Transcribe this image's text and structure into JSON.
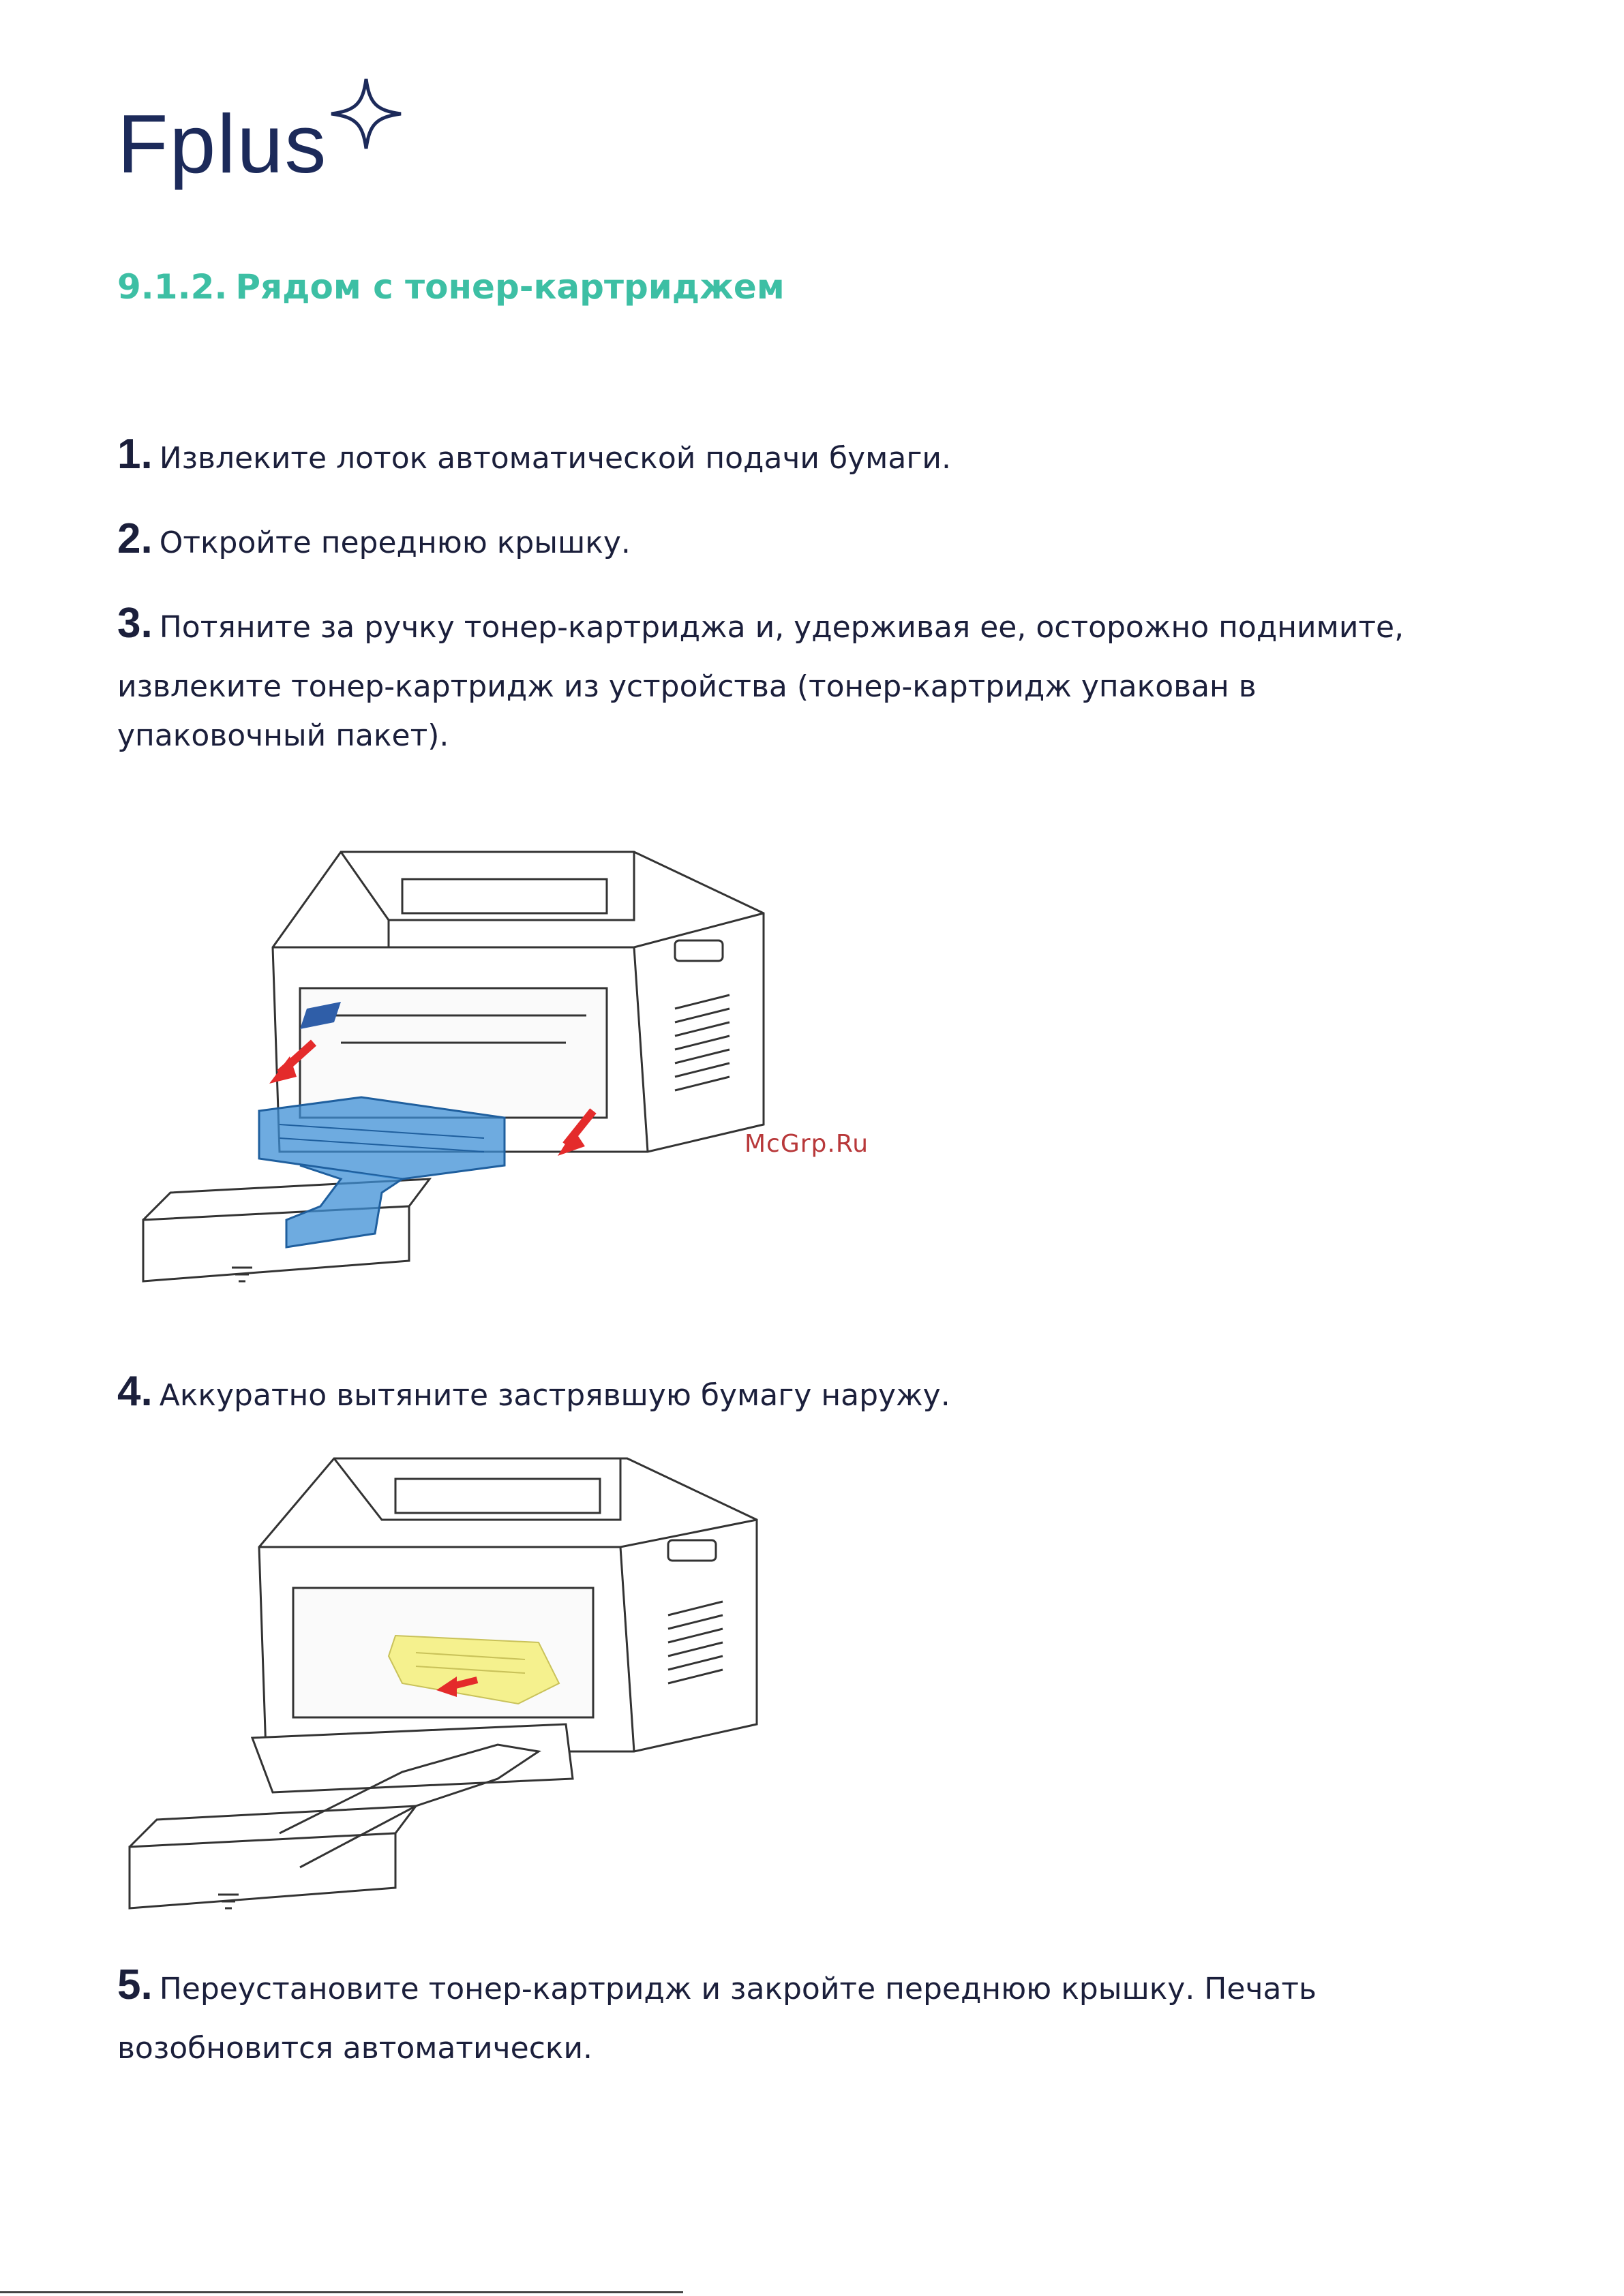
{
  "logo": {
    "text": "Fplus",
    "icon": "sparkle-star-icon"
  },
  "section": {
    "number": "9.1.2.",
    "title": "Рядом с тонер-картриджем"
  },
  "steps": [
    {
      "n": "1.",
      "text": "Извлеките лоток автоматической подачи бумаги."
    },
    {
      "n": "2.",
      "text": "Откройте переднюю крышку."
    },
    {
      "n": "3.",
      "text": "Потяните за ручку тонер-картриджа и, удерживая ее, осторожно поднимите,",
      "text2": "извлеките тонер-картридж из устройства (тонер-картридж упакован в",
      "text3": "упаковочный пакет)."
    },
    {
      "n": "4.",
      "text": "Аккуратно вытяните застрявшую бумагу наружу."
    },
    {
      "n": "5.",
      "text": "Переустановите тонер-картридж и закройте переднюю крышку. Печать",
      "text2": "возобновится автоматически."
    }
  ],
  "watermark": "McGrp.Ru",
  "colors": {
    "accent": "#3dbfa4",
    "cartridge": "#3d8fd6",
    "paper_highlight": "#f3ee7a",
    "arrow": "#e42b2b",
    "brand": "#1c2a5a"
  }
}
